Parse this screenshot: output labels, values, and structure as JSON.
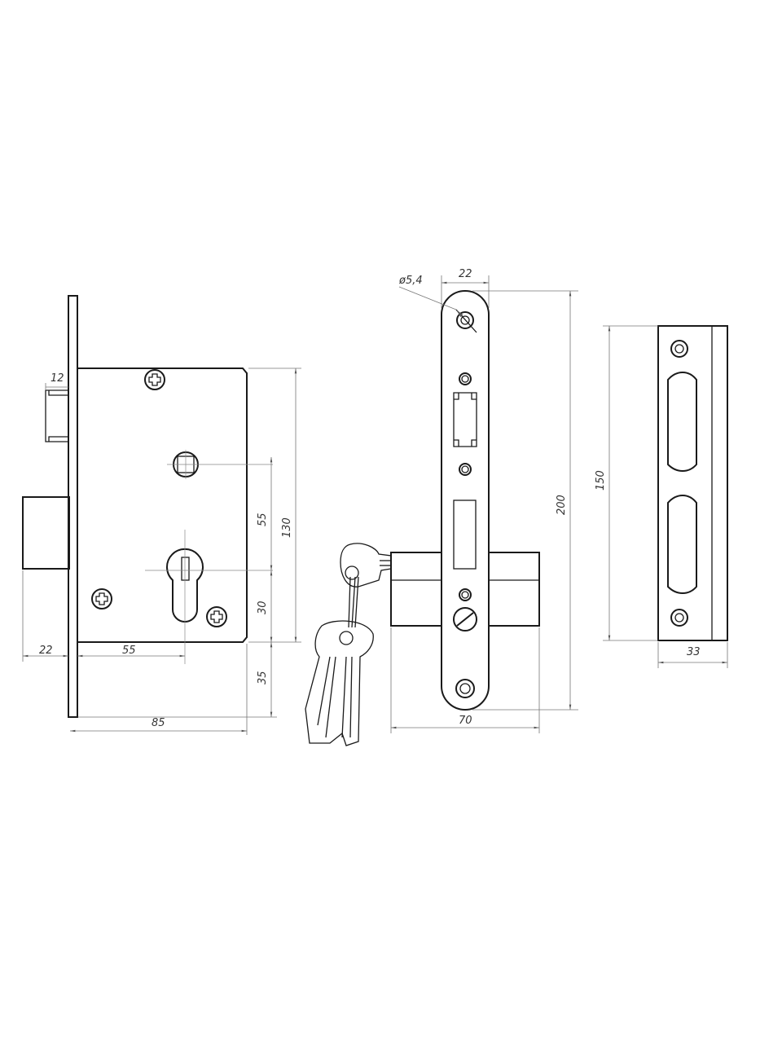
{
  "drawing": {
    "side_view": {
      "dimensions": {
        "latch": "12",
        "backset_offset": "22",
        "backset": "55",
        "spindle_to_cylinder": "55",
        "body_height": "130",
        "cylinder_to_bottom": "30",
        "bottom_extension": "35",
        "depth": "85"
      }
    },
    "front_view": {
      "dimensions": {
        "hole_diameter": "ø5,4",
        "faceplate_width": "22",
        "faceplate_length": "200",
        "cylinder_length": "70"
      }
    },
    "strike_plate": {
      "dimensions": {
        "length": "150",
        "width": "33"
      }
    }
  }
}
